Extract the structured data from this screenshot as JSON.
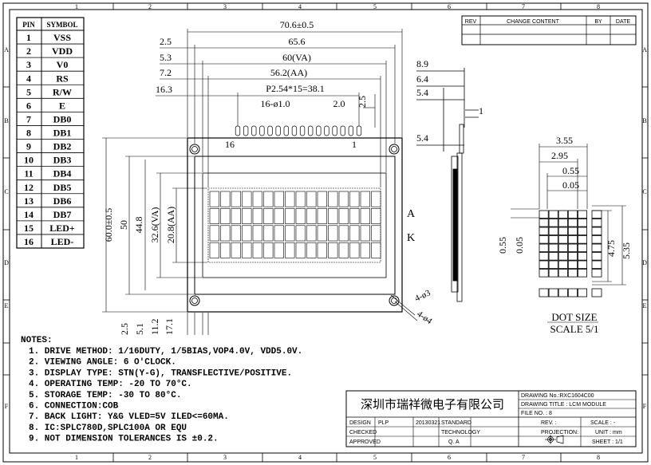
{
  "grid": {
    "columns": [
      "1",
      "2",
      "3",
      "4",
      "5",
      "6",
      "7",
      "8"
    ],
    "rows": [
      "A",
      "B",
      "C",
      "D",
      "E",
      "F"
    ]
  },
  "pin_table": {
    "header": [
      "PIN",
      "SYMBOL"
    ],
    "rows": [
      [
        "1",
        "VSS"
      ],
      [
        "2",
        "VDD"
      ],
      [
        "3",
        "V0"
      ],
      [
        "4",
        "RS"
      ],
      [
        "5",
        "R/W"
      ],
      [
        "6",
        "E"
      ],
      [
        "7",
        "DB0"
      ],
      [
        "8",
        "DB1"
      ],
      [
        "9",
        "DB2"
      ],
      [
        "10",
        "DB3"
      ],
      [
        "11",
        "DB4"
      ],
      [
        "12",
        "DB5"
      ],
      [
        "13",
        "DB6"
      ],
      [
        "14",
        "DB7"
      ],
      [
        "15",
        "LED+"
      ],
      [
        "16",
        "LED-"
      ]
    ]
  },
  "revision_table": {
    "headers": [
      "REV",
      "CHANGE CONTENT",
      "BY",
      "DATE"
    ]
  },
  "front_view": {
    "dims_top": [
      "70.6±0.5",
      "65.6",
      "60(VA)",
      "56.2(AA)",
      "P2.54*15=38.1",
      "16-ø1.0",
      "2.0"
    ],
    "dims_left_top": [
      "2.5",
      "5.3",
      "7.2",
      "16.3"
    ],
    "dim_right_small": "2.5",
    "pin_first": "16",
    "pin_last": "1",
    "dims_vertical": [
      "60.0±0.5",
      "50",
      "44.8",
      "32.6(VA)",
      "20.8(AA)"
    ],
    "dims_bottom": [
      "2.5",
      "5.1",
      "11.2",
      "17.1"
    ],
    "backlight_labels": [
      "A",
      "K"
    ],
    "holes": [
      "4-ø3",
      "4-ø4"
    ]
  },
  "side_view": {
    "dims": [
      "8.9",
      "6.4",
      "5.4",
      "1",
      "5.4"
    ]
  },
  "dot_detail": {
    "dims_h": [
      "3.55",
      "2.95",
      "0.55",
      "0.05"
    ],
    "dims_v": [
      "0.55",
      "0.05",
      "4.75",
      "5.35"
    ],
    "title": "DOT SIZE",
    "scale": "SCALE 5/1"
  },
  "notes": {
    "title": "NOTES:",
    "items": [
      "1. DRIVE METHOD: 1/16DUTY, 1/5BIAS,VOP4.0V, VDD5.0V.",
      "2. VIEWING ANGLE: 6 O'CLOCK.",
      "3. DISPLAY TYPE: STN(Y-G), TRANSFLECTIVE/POSITIVE.",
      "4. OPERATING TEMP: -20 TO 70°C.",
      "5. STORAGE TEMP: -30 TO 80°C.",
      "6. CONNECTION:COB",
      "7. BACK LIGHT: Y&G VLED=5V ILED<=60MA.",
      "8. IC:SPLC780D,SPLC100A OR EQU",
      "9. NOT DIMENSION TOLERANCES IS ±0.2."
    ]
  },
  "title_block": {
    "company": "深圳市瑞祥微电子有限公司",
    "drawing_no": "DRAWING No.:RXC1604C00",
    "drawing_title": "DRAWING TITLE : LCM MODULE",
    "file_no": "FILE NO. : 8",
    "design_label": "DESIGN",
    "design_by": "PLP",
    "design_date": "20130321",
    "standard": "STANDARD",
    "checked": "CHECKED",
    "technology": "TECHNOLOGY",
    "approved": "APPROVED",
    "qa": "Q. A",
    "rev": "REV. :",
    "scale": "SCALE : -",
    "projection": "PROJECTION:",
    "unit": "UNIT : mm",
    "sheet": "SHEET : 1/1"
  }
}
